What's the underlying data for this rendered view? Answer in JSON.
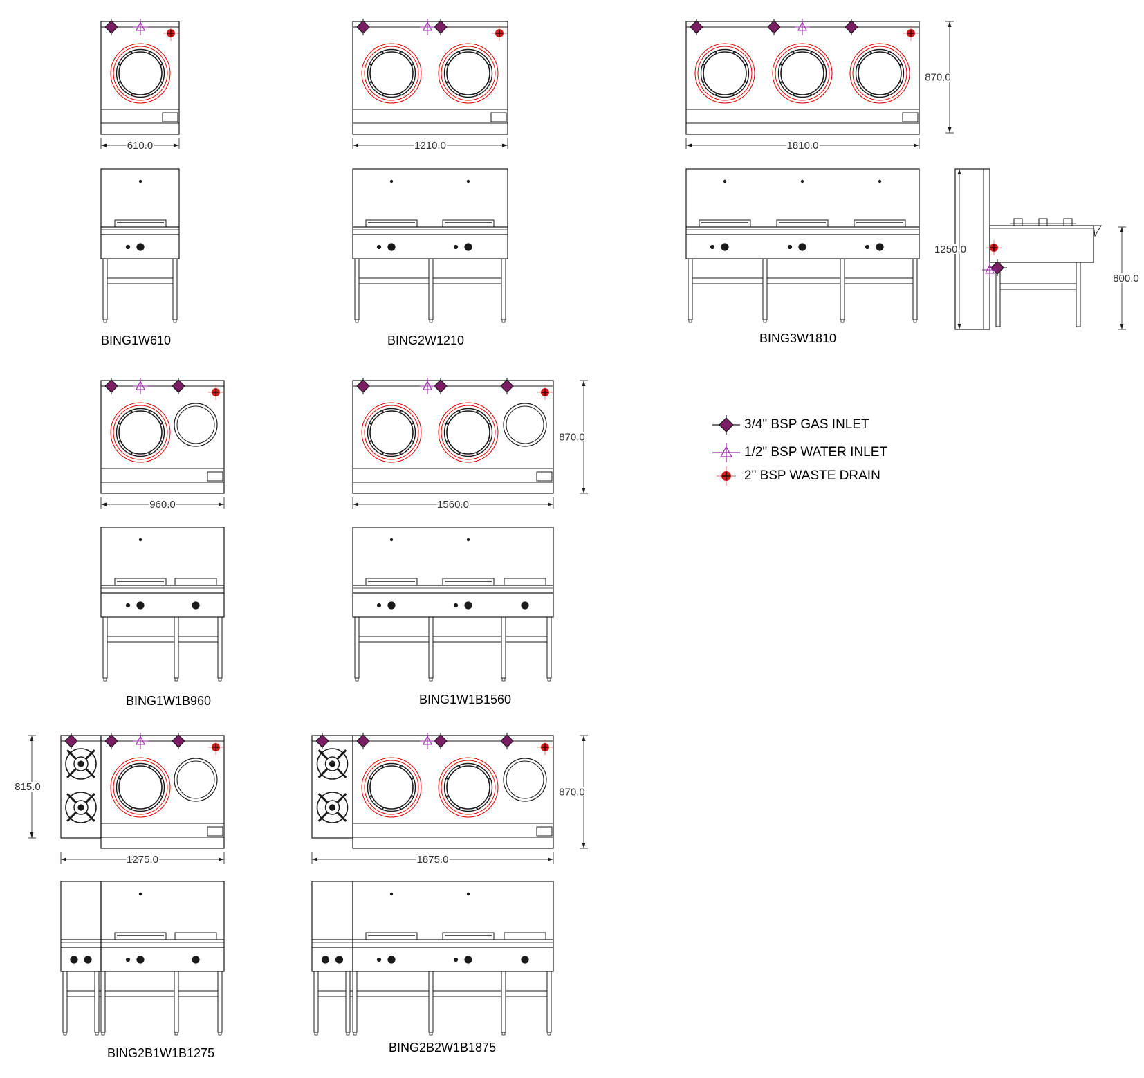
{
  "colors": {
    "line": "#1a1a1a",
    "burner_ring": "#e00000",
    "gas_inlet_fill": "#7a1d63",
    "water_inlet": "#9b2aa8",
    "drain_fill": "#d11a1a",
    "drain_center": "#2a0000",
    "dim_text": "#333333"
  },
  "legend": [
    {
      "symbol": "gas-inlet-icon",
      "label": "3/4\" BSP GAS INLET"
    },
    {
      "symbol": "water-inlet-icon",
      "label": "1/2\" BSP WATER INLET"
    },
    {
      "symbol": "waste-drain-icon",
      "label": "2\" BSP WASTE DRAIN"
    }
  ],
  "models": [
    {
      "name": "BING1W610",
      "width_dim": "610.0",
      "config": [
        "W"
      ]
    },
    {
      "name": "BING2W1210",
      "width_dim": "1210.0",
      "config": [
        "W",
        "W"
      ]
    },
    {
      "name": "BING3W1810",
      "width_dim": "1810.0",
      "height_dim": "870.0",
      "config": [
        "W",
        "W",
        "W"
      ]
    },
    {
      "name": "BING1W1B960",
      "width_dim": "960.0",
      "config": [
        "W",
        "B"
      ]
    },
    {
      "name": "BING1W1B1560",
      "width_dim": "1560.0",
      "height_dim": "870.0",
      "config": [
        "W",
        "W",
        "B"
      ]
    },
    {
      "name": "BING2B1W1B1275",
      "width_dim": "1275.0",
      "height_dim": "815.0",
      "config": [
        "R",
        "W",
        "B"
      ]
    },
    {
      "name": "BING2B2W1B1875",
      "width_dim": "1875.0",
      "height_dim": "870.0",
      "config": [
        "R",
        "W",
        "W",
        "B"
      ]
    }
  ],
  "side_view": {
    "height_dim": "1250.0",
    "bench_dim": "800.0"
  }
}
